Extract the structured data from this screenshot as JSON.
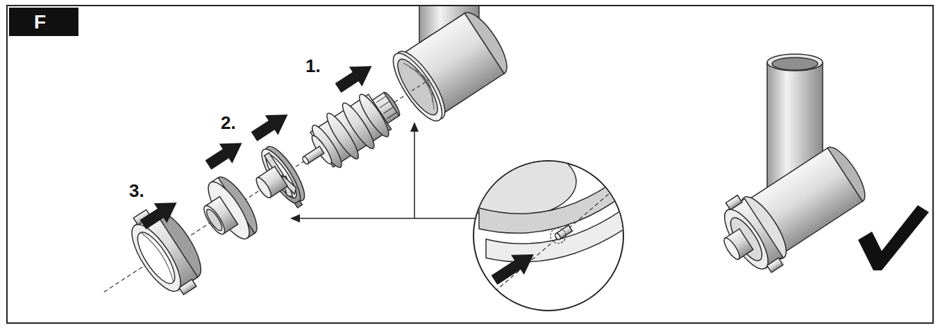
{
  "diagram": {
    "nodes": [
      {
        "text": [
          "F"
        ]
      }
    ],
    "labels": [
      "1.",
      "2.",
      "3."
    ]
  }
}
